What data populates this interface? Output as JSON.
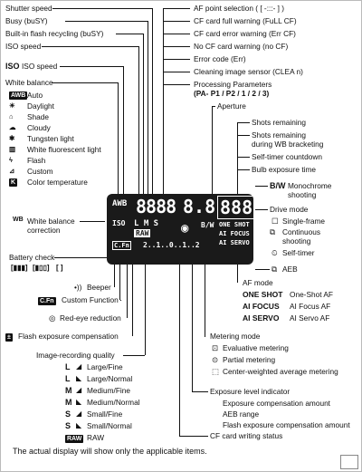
{
  "left_top": {
    "shutter_speed": "Shutter speed",
    "busy": "Busy (buSY)",
    "builtin_flash": "Built-in flash recycling (buSY)",
    "iso_speed": "ISO speed"
  },
  "iso_box": {
    "icon": "ISO",
    "label": "ISO speed"
  },
  "white_balance": {
    "title": "White balance",
    "items": [
      {
        "icon": "AWB",
        "label": "Auto"
      },
      {
        "icon": "☀",
        "label": "Daylight"
      },
      {
        "icon": "⌂",
        "label": "Shade"
      },
      {
        "icon": "☁",
        "label": "Cloudy"
      },
      {
        "icon": "✱",
        "label": "Tungsten light"
      },
      {
        "icon": "▥",
        "label": "White fluorescent light"
      },
      {
        "icon": "ϟ",
        "label": "Flash"
      },
      {
        "icon": "⊿",
        "label": "Custom"
      },
      {
        "icon": "K",
        "label": "Color temperature"
      }
    ]
  },
  "right_top": {
    "af_point": "AF point selection ( [ -:::- ] )",
    "cf_full": "CF card full warning (FuLL CF)",
    "cf_error": "CF card error warning (Err CF)",
    "no_cf": "No CF card warning (no CF)",
    "error_code": "Error code (Err)",
    "cleaning": "Cleaning image sensor (CLEA n)",
    "processing": "Processing Parameters",
    "processing_sub": "(PA- P1 / P2 / 1 / 2 / 3)"
  },
  "aperture": "Aperture",
  "shots": {
    "remaining": "Shots remaining",
    "wb_bracket_1": "Shots remaining",
    "wb_bracket_2": "during WB bracketing",
    "self_timer": "Self-timer countdown",
    "bulb": "Bulb exposure time"
  },
  "bw": {
    "icon": "B/W",
    "label1": "Monochrome",
    "label2": "shooting"
  },
  "drive": {
    "title": "Drive mode",
    "single": "Single-frame",
    "continuous1": "Continuous",
    "continuous2": "shooting",
    "self_timer": "Self-timer"
  },
  "aeb": "AEB",
  "wb_correction": {
    "icon": "WB",
    "label1": "White balance",
    "label2": "correction"
  },
  "battery": {
    "title": "Battery check"
  },
  "af_mode": {
    "title": "AF mode",
    "items": [
      {
        "code": "ONE SHOT",
        "label": "One-Shot AF"
      },
      {
        "code": "AI FOCUS",
        "label": "AI Focus AF"
      },
      {
        "code": "AI SERVO",
        "label": "AI Servo AF"
      }
    ]
  },
  "lcd": {
    "awb": "AWB",
    "digits": "8888",
    "aperture_digits": "8.8",
    "shots": "888",
    "lms": "L M S",
    "raw": "RAW",
    "iso": "ISO",
    "cfn": "C.Fn",
    "bw": "B/W",
    "af_one": "ONE SHOT",
    "af_focus": "AI FOCUS",
    "af_servo": "AI SERVO",
    "scale": "2..1..0..1..2"
  },
  "beeper": "Beeper",
  "cfn": {
    "icon": "C.Fn",
    "label": "Custom Function"
  },
  "redeye": "Red-eye reduction",
  "flash_comp": "Flash exposure compensation",
  "metering": {
    "title": "Metering mode",
    "items": [
      "Evaluative metering",
      "Partial metering",
      "Center-weighted average metering"
    ]
  },
  "exposure": {
    "title": "Exposure level indicator",
    "items": [
      "Exposure compensation amount",
      "AEB range",
      "Flash exposure compensation amount"
    ]
  },
  "quality": {
    "title": "Image-recording quality",
    "items": [
      {
        "icon": "L",
        "label": "Large/Fine"
      },
      {
        "icon": "L",
        "label": "Large/Normal"
      },
      {
        "icon": "M",
        "label": "Medium/Fine"
      },
      {
        "icon": "M",
        "label": "Medium/Normal"
      },
      {
        "icon": "S",
        "label": "Small/Fine"
      },
      {
        "icon": "S",
        "label": "Small/Normal"
      },
      {
        "icon": "RAW",
        "label": "RAW"
      }
    ]
  },
  "cf_writing": "CF card writing status",
  "footer": "The actual display will show only the applicable items."
}
